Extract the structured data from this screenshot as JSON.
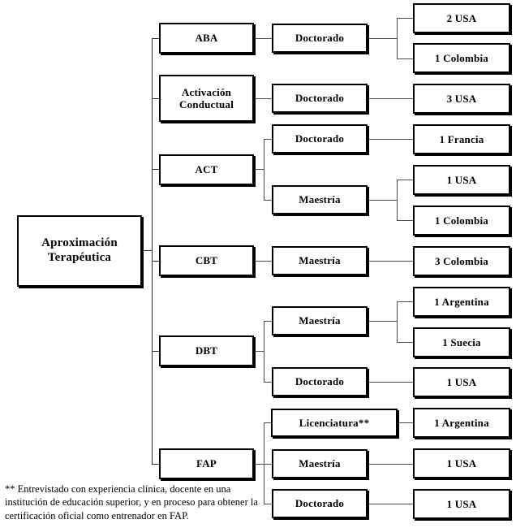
{
  "diagram": {
    "title": "Aproximación Terapéutica",
    "root": {
      "label": "Aproximación\nTerapéutica"
    },
    "approaches": [
      {
        "id": "aba",
        "label": "ABA"
      },
      {
        "id": "activacion",
        "label": "Activación\nConductual"
      },
      {
        "id": "act",
        "label": "ACT"
      },
      {
        "id": "cbt",
        "label": "CBT"
      },
      {
        "id": "dbt",
        "label": "DBT"
      },
      {
        "id": "fap",
        "label": "FAP"
      }
    ],
    "degrees": [
      {
        "id": "aba-doctorado",
        "label": "Doctorado"
      },
      {
        "id": "activacion-doctorado",
        "label": "Doctorado"
      },
      {
        "id": "act-doctorado",
        "label": "Doctorado"
      },
      {
        "id": "act-maestria",
        "label": "Maestría"
      },
      {
        "id": "cbt-maestria",
        "label": "Maestría"
      },
      {
        "id": "dbt-maestria",
        "label": "Maestría"
      },
      {
        "id": "dbt-doctorado",
        "label": "Doctorado"
      },
      {
        "id": "fap-licenciatura",
        "label": "Licenciatura**"
      },
      {
        "id": "fap-maestria",
        "label": "Maestría"
      },
      {
        "id": "fap-doctorado",
        "label": "Doctorado"
      }
    ],
    "counts": [
      {
        "id": "c1",
        "label": "2 USA",
        "count": 2,
        "country": "USA"
      },
      {
        "id": "c2",
        "label": "1 Colombia",
        "count": 1,
        "country": "Colombia"
      },
      {
        "id": "c3",
        "label": "3 USA",
        "count": 3,
        "country": "USA"
      },
      {
        "id": "c4",
        "label": "1 Francia",
        "count": 1,
        "country": "Francia"
      },
      {
        "id": "c5",
        "label": "1 USA",
        "count": 1,
        "country": "USA"
      },
      {
        "id": "c6",
        "label": "1 Colombia",
        "count": 1,
        "country": "Colombia"
      },
      {
        "id": "c7",
        "label": "3 Colombia",
        "count": 3,
        "country": "Colombia"
      },
      {
        "id": "c8",
        "label": "1 Argentina",
        "count": 1,
        "country": "Argentina"
      },
      {
        "id": "c9",
        "label": "1 Suecia",
        "count": 1,
        "country": "Suecia"
      },
      {
        "id": "c10",
        "label": "1 USA",
        "count": 1,
        "country": "USA"
      },
      {
        "id": "c11",
        "label": "1 Argentina",
        "count": 1,
        "country": "Argentina"
      },
      {
        "id": "c12",
        "label": "1 USA",
        "count": 1,
        "country": "USA"
      },
      {
        "id": "c13",
        "label": "1 USA",
        "count": 1,
        "country": "USA"
      }
    ],
    "footnote": "** Entrevistado con experiencia clínica, docente en una institución de educación superior, y en proceso para obtener la certificación oficial como entrenador en FAP.",
    "colors": {
      "box_border": "#000000",
      "connector": "#4d4d4d",
      "text": "#000000",
      "background": "#ffffff"
    }
  }
}
